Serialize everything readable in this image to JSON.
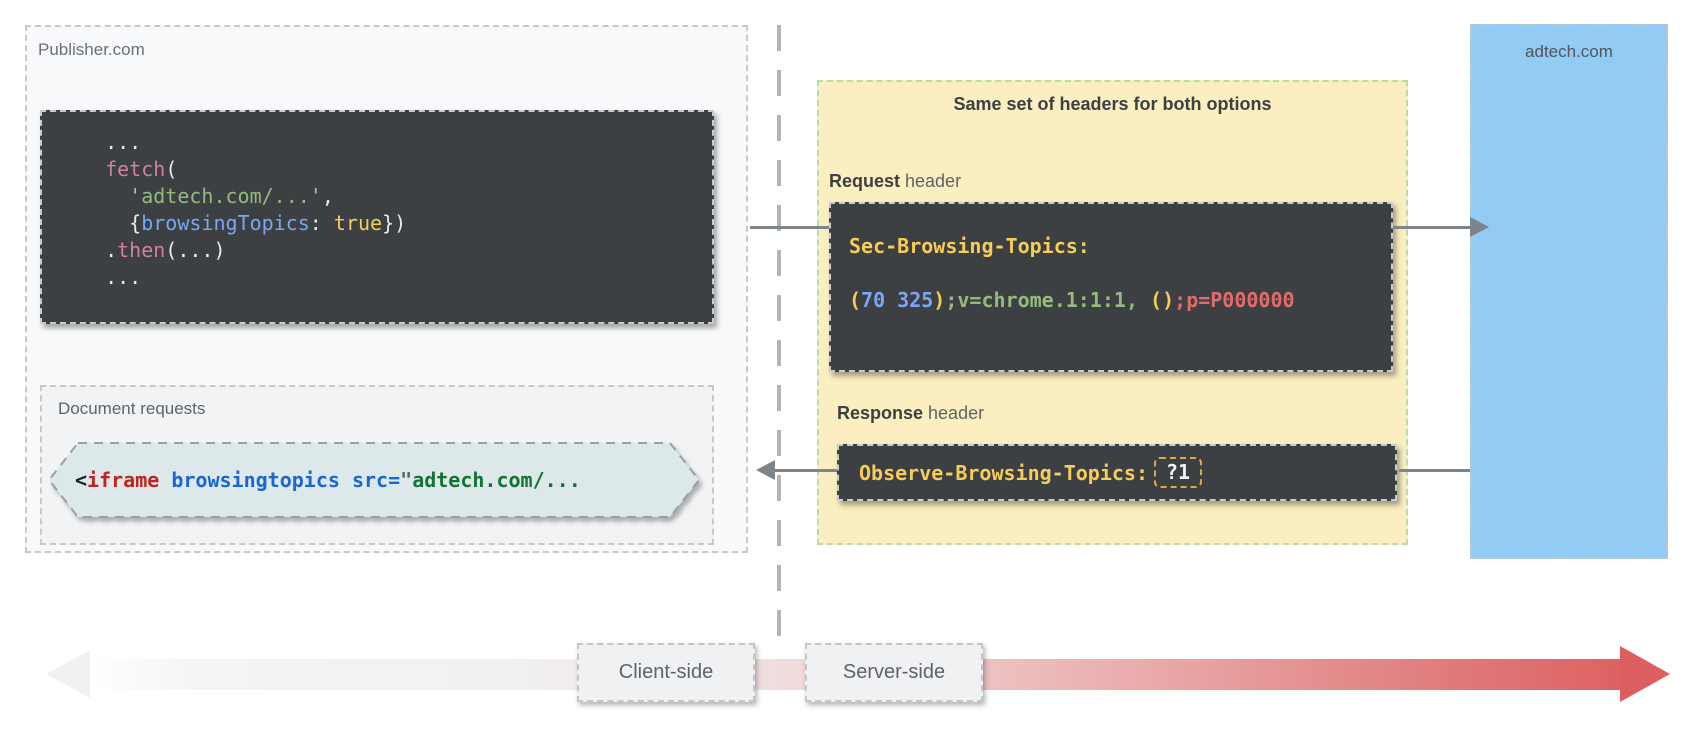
{
  "colors": {
    "code_block_bg": "#3c4043",
    "headers_panel_bg": "#fbeec1",
    "headers_panel_border": "#b9dcae",
    "adtech_bg": "#92cbf4",
    "hexagon_bg": "#dce8ea",
    "publisher_bg": "#f8f9fa",
    "band_red": "#dc5e5e",
    "arrow_gray": "#7d848a",
    "code_palette": {
      "yellow": "#f7cd57",
      "blue": "#79a7f2",
      "green": "#94ba7c",
      "pink": "#ce82a2",
      "red": "#e16b6b",
      "white": "#e8eaed",
      "gray": "#b6babf"
    },
    "iframe_palette": {
      "dark": "#202124",
      "red": "#c5221f",
      "blue": "#1a66d2",
      "quote": "#5f6368",
      "green": "#137333"
    }
  },
  "publisher": {
    "label": "Publisher.com",
    "fetch_code": {
      "lines": [
        [
          {
            "t": "  ...",
            "c": "white"
          }
        ],
        [
          {
            "t": "  ",
            "c": "white"
          },
          {
            "t": "fetch",
            "c": "pink"
          },
          {
            "t": "(",
            "c": "white"
          }
        ],
        [
          {
            "t": "    ",
            "c": "white"
          },
          {
            "t": "'",
            "c": "gray"
          },
          {
            "t": "adtech.com/...",
            "c": "green"
          },
          {
            "t": "'",
            "c": "gray"
          },
          {
            "t": ",",
            "c": "white"
          }
        ],
        [
          {
            "t": "    {",
            "c": "white"
          },
          {
            "t": "browsingTopics",
            "c": "blue"
          },
          {
            "t": ": ",
            "c": "white"
          },
          {
            "t": "true",
            "c": "yellow"
          },
          {
            "t": "})",
            "c": "white"
          }
        ],
        [
          {
            "t": "  .",
            "c": "white"
          },
          {
            "t": "then",
            "c": "pink"
          },
          {
            "t": "(...)",
            "c": "white"
          }
        ],
        [
          {
            "t": "  ...",
            "c": "white"
          }
        ]
      ]
    },
    "document_requests": {
      "label": "Document requests",
      "iframe_code": [
        {
          "t": "<",
          "c": "ldark"
        },
        {
          "t": "iframe",
          "c": "lred"
        },
        {
          "t": " ",
          "c": "ldark"
        },
        {
          "t": "browsingtopics",
          "c": "lblue"
        },
        {
          "t": " ",
          "c": "ldark"
        },
        {
          "t": "src=",
          "c": "lblue"
        },
        {
          "t": "\"",
          "c": "lquote"
        },
        {
          "t": "adtech.com/...",
          "c": "lgreen"
        }
      ]
    }
  },
  "headers_panel": {
    "title": "Same set of headers for both options",
    "request_label_bold": "Request",
    "request_label_rest": " header",
    "request_code_line1": [
      {
        "t": "Sec-Browsing-Topics:",
        "c": "yellow"
      }
    ],
    "request_code_line2": [
      {
        "t": "(",
        "c": "yellow"
      },
      {
        "t": "70 325",
        "c": "blue"
      },
      {
        "t": ")",
        "c": "yellow"
      },
      {
        "t": ";v=chrome.1:1:1,",
        "c": "green"
      },
      {
        "t": " ",
        "c": "white"
      },
      {
        "t": "()",
        "c": "yellow"
      },
      {
        "t": ";",
        "c": "red"
      },
      {
        "t": "p=P000000",
        "c": "red"
      }
    ],
    "response_label_bold": "Response",
    "response_label_rest": " header",
    "response_code": [
      {
        "t": "Observe-Browsing-Topics:",
        "c": "yellow"
      }
    ],
    "response_value": "?1"
  },
  "adtech": {
    "label": "adtech.com"
  },
  "timeline": {
    "client_label": "Client-side",
    "server_label": "Server-side"
  }
}
